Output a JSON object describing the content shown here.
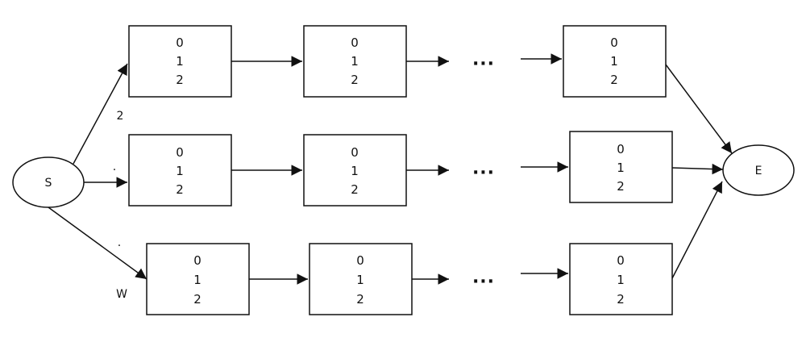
{
  "nodes": {
    "start": {
      "label": "S"
    },
    "end": {
      "label": "E"
    }
  },
  "rows": [
    {
      "edge_label": "2",
      "boxes": [
        [
          "0",
          "1",
          "2"
        ],
        [
          "0",
          "1",
          "2"
        ],
        [
          "0",
          "1",
          "2"
        ]
      ],
      "ellipsis": "···"
    },
    {
      "edge_label": ".",
      "boxes": [
        [
          "0",
          "1",
          "2"
        ],
        [
          "0",
          "1",
          "2"
        ],
        [
          "0",
          "1",
          "2"
        ]
      ],
      "ellipsis": "···"
    },
    {
      "edge_label": "W",
      "boxes": [
        [
          "0",
          "1",
          "2"
        ],
        [
          "0",
          "1",
          "2"
        ],
        [
          "0",
          "1",
          "2"
        ]
      ],
      "ellipsis": "···"
    }
  ],
  "stray_marks": [
    "."
  ]
}
